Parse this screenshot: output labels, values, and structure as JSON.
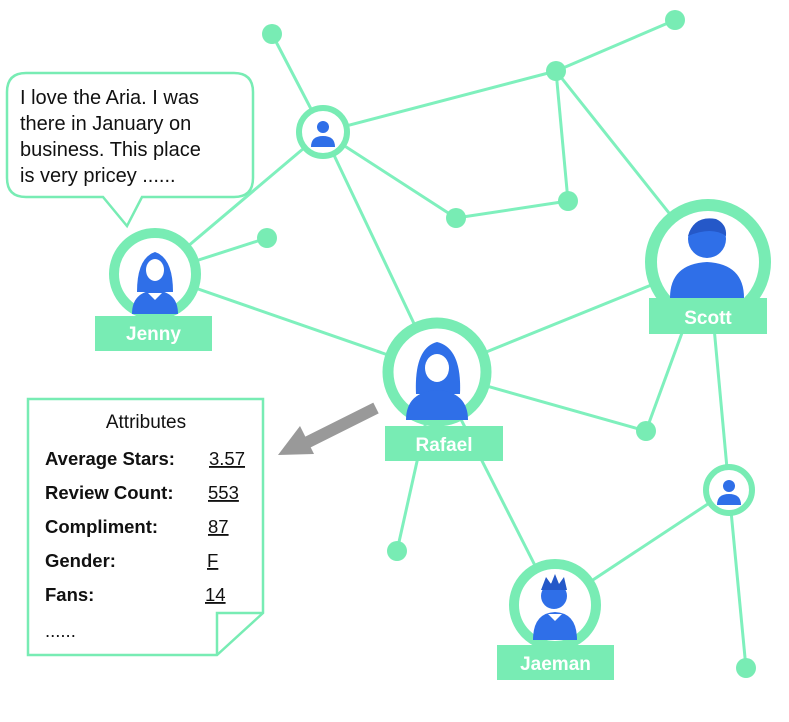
{
  "colors": {
    "edge": "#7ff0bd",
    "node": "#78ecb4",
    "label_bg": "#78ecb4",
    "avatar": "#2f6fe8",
    "arrow": "#999999",
    "bubble_border": "#78ecb4"
  },
  "bubble": {
    "lines": [
      "I love the Aria.  I was",
      "there in January on",
      "business. This place",
      "is very pricey ......"
    ]
  },
  "people": {
    "jenny": {
      "label": "Jenny",
      "icon": "female-user-icon"
    },
    "scott": {
      "label": "Scott",
      "icon": "male-user-icon"
    },
    "rafael": {
      "label": "Rafael",
      "icon": "female-user-icon"
    },
    "jaeman": {
      "label": "Jaeman",
      "icon": "male-user-icon"
    },
    "top_user": {
      "icon": "user-icon"
    },
    "right_user": {
      "icon": "user-icon"
    }
  },
  "attributes": {
    "title": "Attributes",
    "rows": [
      {
        "key": "Average Stars:",
        "value": "3.57"
      },
      {
        "key": "Review Count:",
        "value": "553"
      },
      {
        "key": "Compliment:",
        "value": "87"
      },
      {
        "key": "Gender:",
        "value": "F"
      },
      {
        "key": "Fans:",
        "value": "14"
      }
    ],
    "more": "......"
  }
}
